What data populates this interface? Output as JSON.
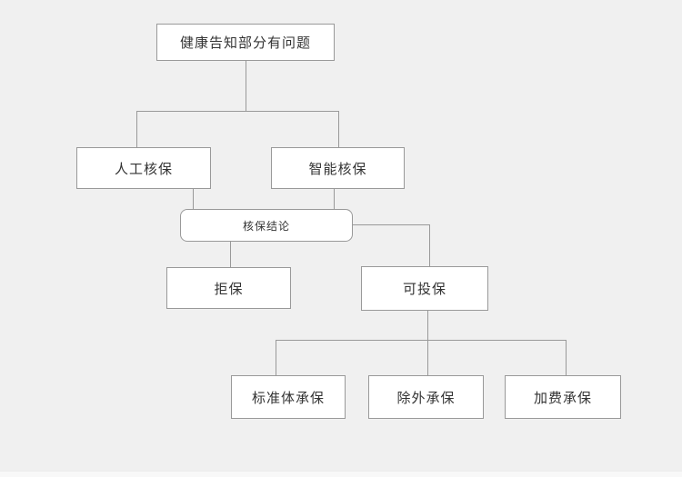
{
  "diagram": {
    "type": "flowchart",
    "nodes": {
      "root": {
        "label": "健康告知部分有问题",
        "shape": "rect"
      },
      "manual": {
        "label": "人工核保",
        "shape": "rect"
      },
      "smart": {
        "label": "智能核保",
        "shape": "rect"
      },
      "conclusion": {
        "label": "核保结论",
        "shape": "rounded-rect"
      },
      "reject": {
        "label": "拒保",
        "shape": "rect"
      },
      "insurable": {
        "label": "可投保",
        "shape": "rect"
      },
      "standard": {
        "label": "标准体承保",
        "shape": "rect"
      },
      "exclusion": {
        "label": "除外承保",
        "shape": "rect"
      },
      "surcharge": {
        "label": "加费承保",
        "shape": "rect"
      }
    },
    "edges": [
      {
        "from": "root",
        "to": "manual"
      },
      {
        "from": "root",
        "to": "smart"
      },
      {
        "from": "manual",
        "to": "conclusion"
      },
      {
        "from": "smart",
        "to": "conclusion"
      },
      {
        "from": "conclusion",
        "to": "reject"
      },
      {
        "from": "conclusion",
        "to": "insurable"
      },
      {
        "from": "insurable",
        "to": "standard"
      },
      {
        "from": "insurable",
        "to": "exclusion"
      },
      {
        "from": "insurable",
        "to": "surcharge"
      }
    ]
  },
  "colors": {
    "background": "#f0f0f0",
    "node_fill": "#ffffff",
    "node_border": "#999999",
    "connector": "#999999",
    "text": "#333333"
  }
}
